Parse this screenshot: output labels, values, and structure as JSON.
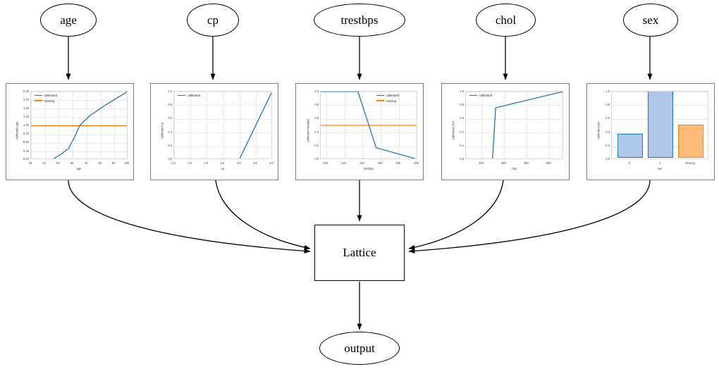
{
  "graph": {
    "feature_nodes": [
      {
        "id": "age",
        "label": "age"
      },
      {
        "id": "cp",
        "label": "cp"
      },
      {
        "id": "trestbps",
        "label": "trestbps"
      },
      {
        "id": "chol",
        "label": "chol"
      },
      {
        "id": "sex",
        "label": "sex"
      }
    ],
    "model_node": {
      "id": "lattice",
      "label": "Lattice"
    },
    "output_node": {
      "id": "output",
      "label": "output"
    }
  },
  "colors": {
    "calibrated": "#1f77b4",
    "missing": "#ff7f0e",
    "bar_blue_fill": "#aec7e8",
    "bar_blue_edge": "#1f77b4",
    "bar_orange_fill": "#ffbb78",
    "bar_orange_edge": "#ff7f0e",
    "panel_border": "#7a7a7a",
    "grid": "#eaeaea",
    "text": "#3a3a3a"
  },
  "chart_data": [
    {
      "id": "age",
      "type": "line",
      "title": "",
      "xlabel": "age",
      "ylabel": "calibrated age",
      "xlim": [
        30,
        101
      ],
      "ylim": [
        0.0,
        2.0
      ],
      "xticks": [
        30,
        40,
        50,
        60,
        70,
        80,
        90,
        100
      ],
      "yticks": [
        0.0,
        0.25,
        0.5,
        0.75,
        1.0,
        1.25,
        1.5,
        1.75,
        2.0
      ],
      "ytick_labels": [
        "0.00",
        "0.25",
        "0.50",
        "0.75",
        "1.00",
        "1.25",
        "1.50",
        "1.75",
        "2.00"
      ],
      "grid": true,
      "legend": [
        "calibrated",
        "missing"
      ],
      "legend_position": "upper left",
      "series": [
        {
          "name": "calibrated",
          "color": "#1f77b4",
          "x": [
            30,
            45,
            52,
            57,
            62,
            65,
            72,
            82,
            90,
            100
          ],
          "y": [
            0.0,
            0.0,
            0.18,
            0.33,
            0.72,
            1.0,
            1.28,
            1.56,
            1.76,
            2.0
          ]
        },
        {
          "name": "missing",
          "color": "#ff7f0e",
          "x": [
            30,
            100
          ],
          "y": [
            1.0,
            1.0
          ]
        }
      ]
    },
    {
      "id": "cp",
      "type": "line",
      "title": "",
      "xlabel": "cp",
      "ylabel": "calibrated cp",
      "xlim": [
        1.0,
        4.0
      ],
      "ylim": [
        0.0,
        1.0
      ],
      "xticks": [
        1.0,
        1.5,
        2.0,
        2.5,
        3.0,
        3.5,
        4.0
      ],
      "xtick_labels": [
        "1.0",
        "1.5",
        "2.0",
        "2.5",
        "3.0",
        "3.5",
        "4.0"
      ],
      "yticks": [
        0.0,
        0.2,
        0.4,
        0.6,
        0.8,
        1.0
      ],
      "ytick_labels": [
        "0.0",
        "0.2",
        "0.4",
        "0.6",
        "0.8",
        "1.0"
      ],
      "grid": true,
      "legend": [
        "calibrated"
      ],
      "legend_position": "upper left",
      "series": [
        {
          "name": "calibrated",
          "color": "#1f77b4",
          "x": [
            1.0,
            3.0,
            4.0
          ],
          "y": [
            0.0,
            0.0,
            1.0
          ]
        }
      ]
    },
    {
      "id": "trestbps",
      "type": "line",
      "title": "",
      "xlabel": "trestbps",
      "ylabel": "calibrated trestbps",
      "xlim": [
        94,
        201
      ],
      "ylim": [
        0.0,
        1.0
      ],
      "xticks": [
        100,
        120,
        140,
        160,
        180,
        200
      ],
      "yticks": [
        0.0,
        0.2,
        0.4,
        0.6,
        0.8,
        1.0
      ],
      "ytick_labels": [
        "0.0",
        "0.2",
        "0.4",
        "0.6",
        "0.8",
        "1.0"
      ],
      "grid": true,
      "legend": [
        "calibrated",
        "missing"
      ],
      "legend_position": "upper right",
      "series": [
        {
          "name": "calibrated",
          "color": "#1f77b4",
          "x": [
            94,
            135,
            155,
            200
          ],
          "y": [
            1.0,
            1.0,
            0.17,
            0.0
          ]
        },
        {
          "name": "missing",
          "color": "#ff7f0e",
          "x": [
            94,
            200
          ],
          "y": [
            0.5,
            0.5
          ]
        }
      ]
    },
    {
      "id": "chol",
      "type": "line",
      "title": "",
      "xlabel": "chol",
      "ylabel": "calibrated chol",
      "xlim": [
        130,
        565
      ],
      "ylim": [
        0.0,
        1.0
      ],
      "xticks": [
        200,
        300,
        400,
        500
      ],
      "yticks": [
        0.0,
        0.2,
        0.4,
        0.6,
        0.8,
        1.0
      ],
      "ytick_labels": [
        "0.0",
        "0.2",
        "0.4",
        "0.6",
        "0.8",
        "1.0"
      ],
      "grid": true,
      "legend": [
        "calibrated"
      ],
      "legend_position": "upper left",
      "series": [
        {
          "name": "calibrated",
          "color": "#1f77b4",
          "x": [
            130,
            248,
            262,
            565
          ],
          "y": [
            0.0,
            0.0,
            0.76,
            1.0
          ]
        }
      ]
    },
    {
      "id": "sex",
      "type": "bar",
      "title": "",
      "xlabel": "sex",
      "ylabel": "calibrated sex",
      "ylim": [
        0.0,
        1.0
      ],
      "yticks": [
        0.0,
        0.2,
        0.4,
        0.6,
        0.8,
        1.0
      ],
      "ytick_labels": [
        "0.0",
        "0.2",
        "0.4",
        "0.6",
        "0.8",
        "1.0"
      ],
      "grid": true,
      "categories": [
        "0",
        "1",
        "missing"
      ],
      "values": [
        0.355,
        1.0,
        0.485
      ],
      "bar_colors": [
        "#aec7e8",
        "#aec7e8",
        "#ffbb78"
      ],
      "bar_edge_colors": [
        "#1f77b4",
        "#1f77b4",
        "#ff7f0e"
      ]
    }
  ]
}
